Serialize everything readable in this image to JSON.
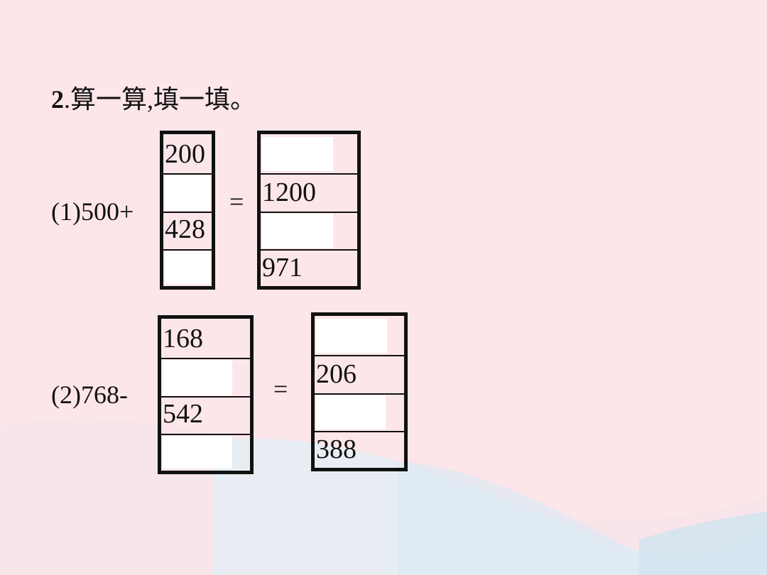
{
  "question": {
    "number": "2",
    "text": ".算一算,填一填。"
  },
  "problem1": {
    "label": "(1)500+",
    "equals": "=",
    "left_cells": [
      "200",
      "",
      "428",
      ""
    ],
    "right_cells": [
      "",
      "1200",
      "",
      "971"
    ]
  },
  "problem2": {
    "label": "(2)768-",
    "equals": "=",
    "left_cells": [
      "168",
      "",
      "542",
      ""
    ],
    "right_cells": [
      "",
      "206",
      "",
      "388"
    ]
  },
  "colors": {
    "background": "#fde6e9",
    "wave": "#dfeaf2",
    "ink": "#111111"
  }
}
